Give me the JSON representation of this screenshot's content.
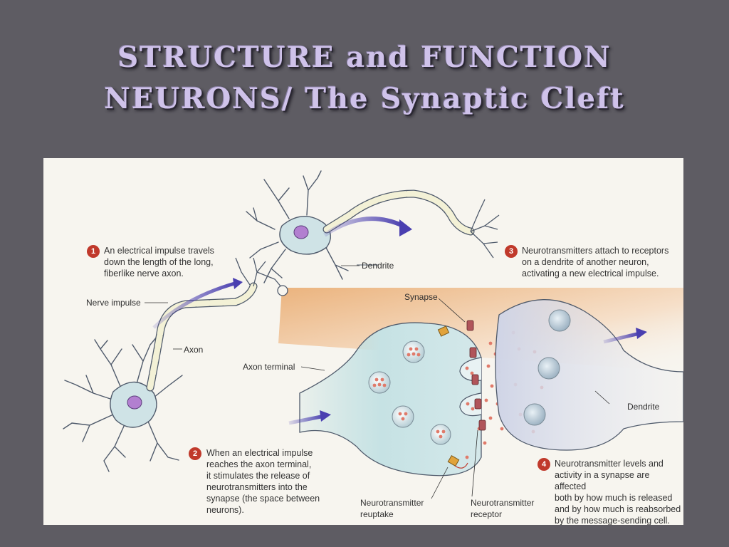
{
  "title": {
    "line1": "STRUCTURE and FUNCTION",
    "line2": "NEURONS/ The Synaptic Cleft"
  },
  "steps": [
    {
      "number": "1",
      "text": "An electrical impulse travels\ndown the length of the long,\nfiberlike nerve axon."
    },
    {
      "number": "2",
      "text": "When an electrical impulse\nreaches the axon terminal,\nit stimulates the release of\nneurotransmitters into the\nsynapse (the space between\nneurons)."
    },
    {
      "number": "3",
      "text": "Neurotransmitters attach to receptors\non a dendrite of another neuron,\nactivating a new electrical impulse."
    },
    {
      "number": "4",
      "text": "Neurotransmitter levels and\nactivity in a synapse are affected\nboth by how much is released\nand by how much is reabsorbed\nby the message-sending cell."
    }
  ],
  "labels": {
    "nerve_impulse": "Nerve impulse",
    "axon": "Axon",
    "dendrite_top": "Dendrite",
    "synapse": "Synapse",
    "axon_terminal": "Axon terminal",
    "dendrite_right": "Dendrite",
    "reuptake": "Neurotransmitter\nreuptake",
    "receptor": "Neurotransmitter\nreceptor"
  },
  "colors": {
    "background": "#5e5c63",
    "title": "#cfc2ea",
    "badge": "#c0392b",
    "arrow": "#4a3fb0",
    "cell": "#cfe3e6",
    "nucleus": "#b27fd0"
  }
}
